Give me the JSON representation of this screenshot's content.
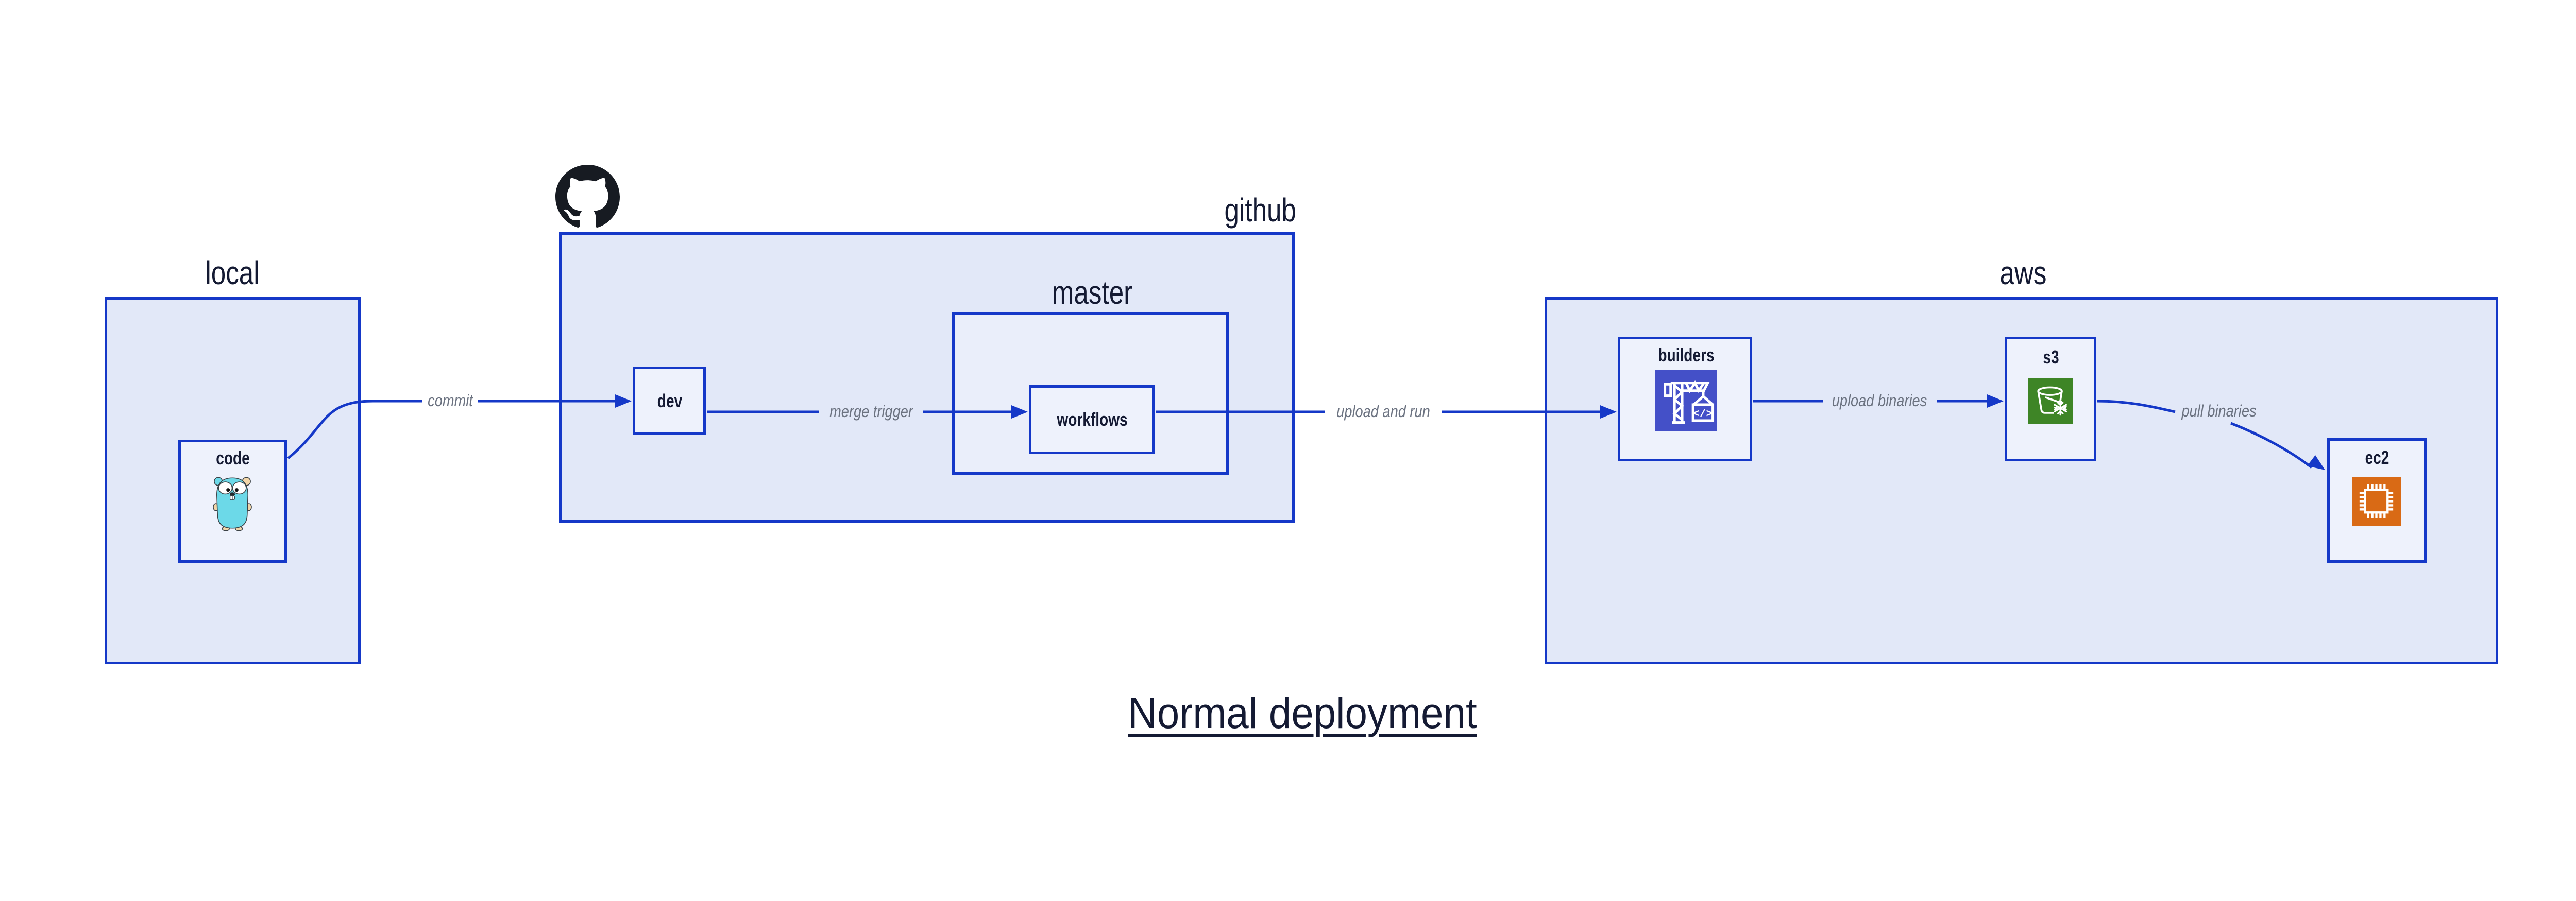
{
  "title": "Normal deployment",
  "containers": {
    "local": {
      "label": "local"
    },
    "github": {
      "label": "github"
    },
    "master": {
      "label": "master"
    },
    "aws": {
      "label": "aws"
    }
  },
  "nodes": {
    "code": {
      "label": "code"
    },
    "dev": {
      "label": "dev"
    },
    "workflows": {
      "label": "workflows"
    },
    "builders": {
      "label": "builders"
    },
    "s3": {
      "label": "s3"
    },
    "ec2": {
      "label": "ec2"
    }
  },
  "arrows": {
    "commit": {
      "label": "commit"
    },
    "merge_trigger": {
      "label": "merge trigger"
    },
    "upload_and_run": {
      "label": "upload and run"
    },
    "upload_binaries": {
      "label": "upload binaries"
    },
    "pull_binaries": {
      "label": "pull binaries"
    }
  },
  "icons": {
    "code": "go-gopher-icon",
    "github": "github-octocat-icon",
    "builders": "codebuild-crane-icon",
    "s3": "s3-bucket-snowflake-icon",
    "ec2": "ec2-chip-icon"
  },
  "colors": {
    "line_blue": "#1538C8",
    "container_fill": "#E2E8F8",
    "master_fill": "#EAEEFA",
    "node_fill": "#EEF2FC",
    "text_navy": "#141A33",
    "arrow_label_gray": "#6B7280",
    "codebuild_indigo": "#4450C8",
    "s3_green": "#3E8526",
    "ec2_orange": "#D96A15",
    "gopher_teal": "#6CD9E8",
    "octocat_black": "#171B22"
  }
}
